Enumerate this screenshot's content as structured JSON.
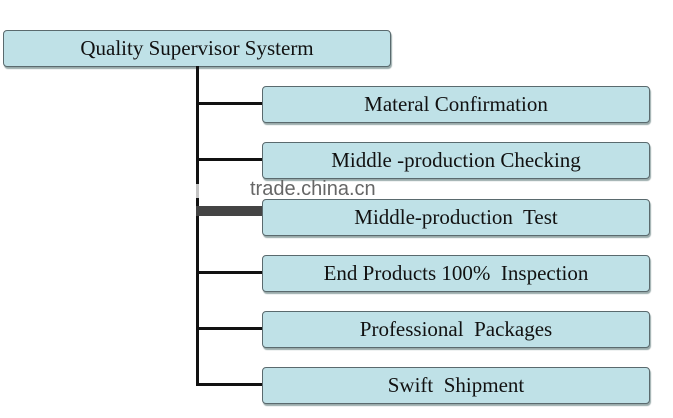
{
  "root": {
    "label": "Quality Supervisor Systerm"
  },
  "steps": [
    {
      "label": "Materal Confirmation"
    },
    {
      "label": "Middle -production Checking"
    },
    {
      "label": "Middle-production  Test"
    },
    {
      "label": "End Products 100%  Inspection"
    },
    {
      "label": "Professional  Packages"
    },
    {
      "label": "Swift  Shipment"
    }
  ],
  "watermark": "trade.china.cn",
  "colors": {
    "box_fill": "#bfe1e7",
    "connector": "#111111"
  }
}
